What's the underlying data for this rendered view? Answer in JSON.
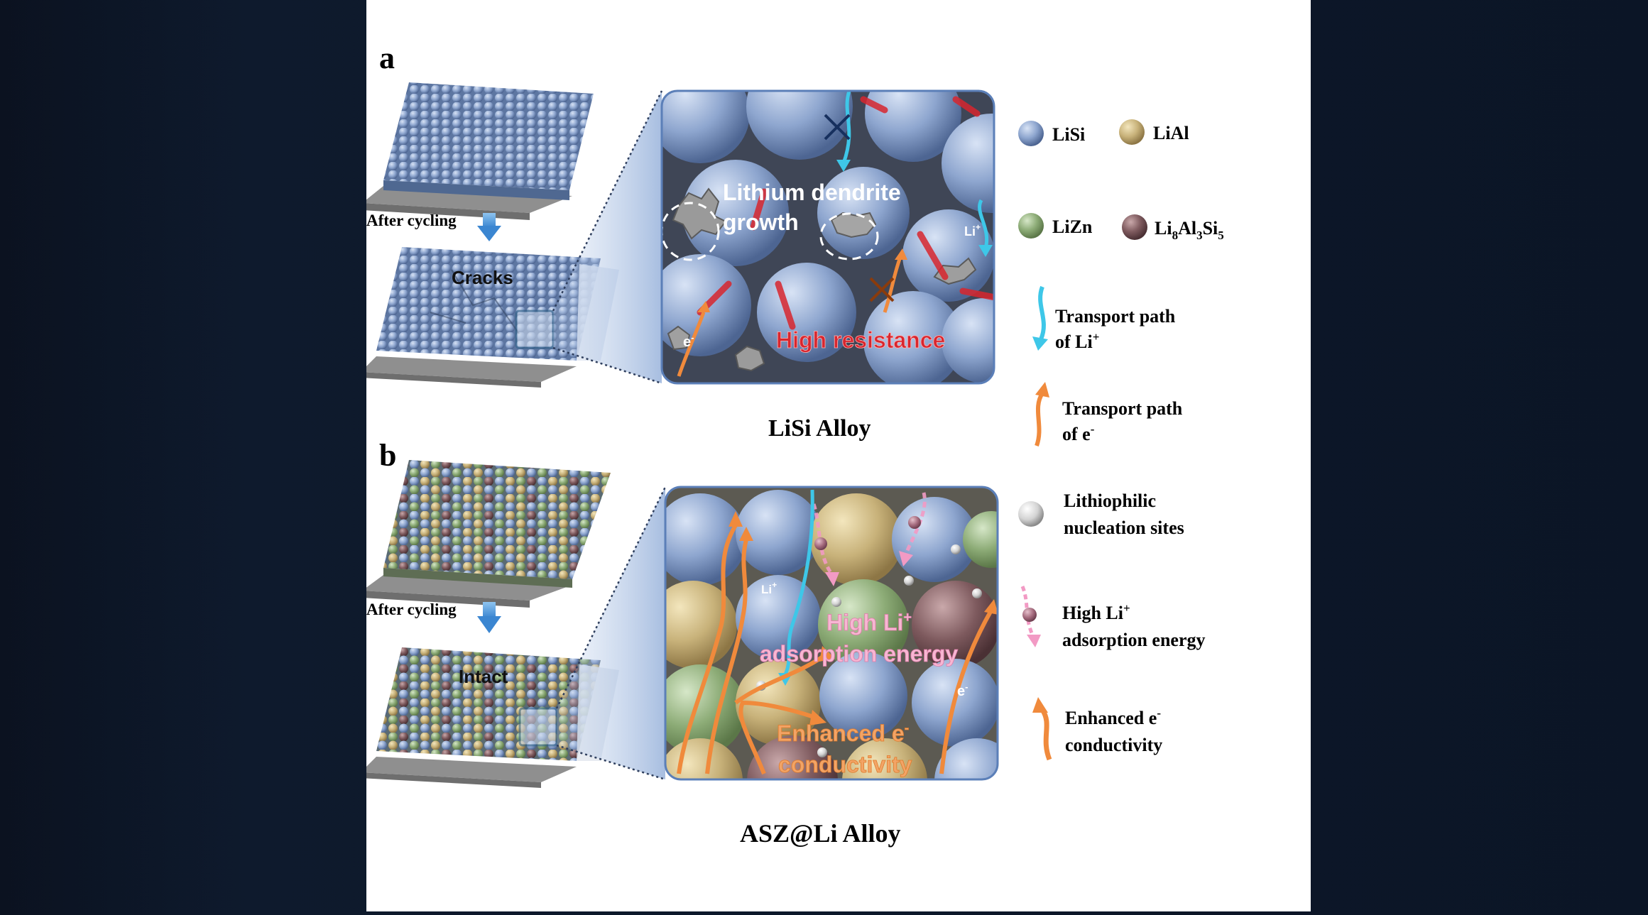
{
  "panel_a": {
    "letter": "a",
    "after_cycling": "After cycling",
    "cracks_label": "Cracks",
    "dendrite_line1": "Lithium dendrite",
    "dendrite_line2": "growth",
    "li_label": "Li",
    "li_sup": "+",
    "e_label": "e",
    "e_sup": "-",
    "high_resistance": "High resistance",
    "caption": "LiSi Alloy"
  },
  "panel_b": {
    "letter": "b",
    "after_cycling": "After cycling",
    "intact_label": "Intact",
    "li_label": "Li",
    "li_sup": "+",
    "e_label": "e",
    "e_sup": "-",
    "adsorption_line1": "High Li",
    "adsorption_line1_sup": "+",
    "adsorption_line2": "adsorption energy",
    "conductivity_line1": "Enhanced e",
    "conductivity_line1_sup": "-",
    "conductivity_line2": "conductivity",
    "caption": "ASZ@Li Alloy"
  },
  "legend": {
    "lisi": "LiSi",
    "lial": "LiAl",
    "lizn": "LiZn",
    "li8al3si5": {
      "li": "Li",
      "n8": "8",
      "al": "Al",
      "n3": "3",
      "si": "Si",
      "n5": "5"
    },
    "li_path_line1": "Transport path",
    "li_path_line2": "of Li",
    "li_path_sup": "+",
    "e_path_line1": "Transport path",
    "e_path_line2": "of e",
    "e_path_sup": "-",
    "nucleation_line1": "Lithiophilic",
    "nucleation_line2": "nucleation sites",
    "adsorption_line1": "High Li",
    "adsorption_sup": "+",
    "adsorption_line2": "adsorption energy",
    "enhanced_line1": "Enhanced e",
    "enhanced_sup": "-",
    "enhanced_line2": "conductivity"
  },
  "colors": {
    "lisi": "#8fa6cf",
    "lial": "#c9b47d",
    "lizn": "#8fad78",
    "li8al3si5": "#7e5a5e",
    "li_path": "#3ec7e8",
    "e_path": "#f08a3c",
    "resistance": "#d8262e",
    "adsorption": "#f29ac4"
  }
}
